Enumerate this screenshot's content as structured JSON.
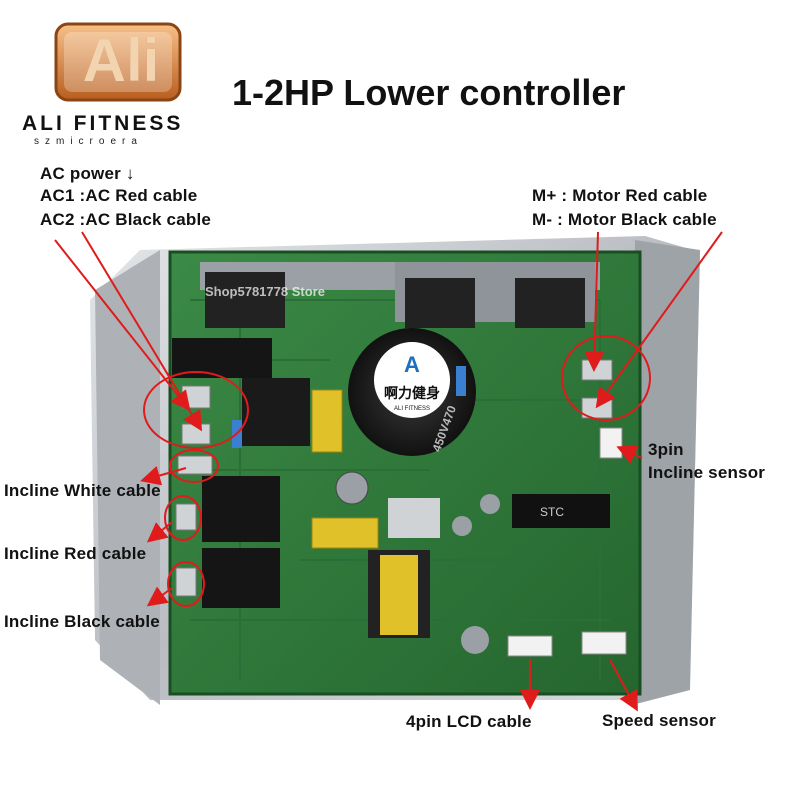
{
  "title": "1-2HP Lower controller",
  "brand": {
    "logo_text": "Ali",
    "name": "ALI FITNESS",
    "sub": "szmicroera"
  },
  "board_marks": {
    "watermark": "Shop5781778 Store",
    "cap_logo_text": "啊力健身",
    "cap_logo_sub": "ALI FITNESS",
    "cap_rating": "450V470"
  },
  "labels": {
    "ac_power": "AC power ↓",
    "ac1": "AC1 :AC Red cable",
    "ac2": "AC2 :AC Black cable",
    "motor_plus": "M+ : Motor Red cable",
    "motor_minus": "M- : Motor Black cable",
    "incline_sensor_1": "3pin",
    "incline_sensor_2": "Incline sensor",
    "incline_white": "Incline White cable",
    "incline_red": "Incline Red cable",
    "incline_black": "Incline Black cable",
    "lcd_cable": "4pin LCD cable",
    "speed_sensor": "Speed sensor"
  },
  "colors": {
    "pcb": "#2f7a3c",
    "pcb_dark": "#1f5a2a",
    "heatsink": "#c9ccd0",
    "annotation": "#e01b1b",
    "logo_orange": "#c8732e"
  }
}
